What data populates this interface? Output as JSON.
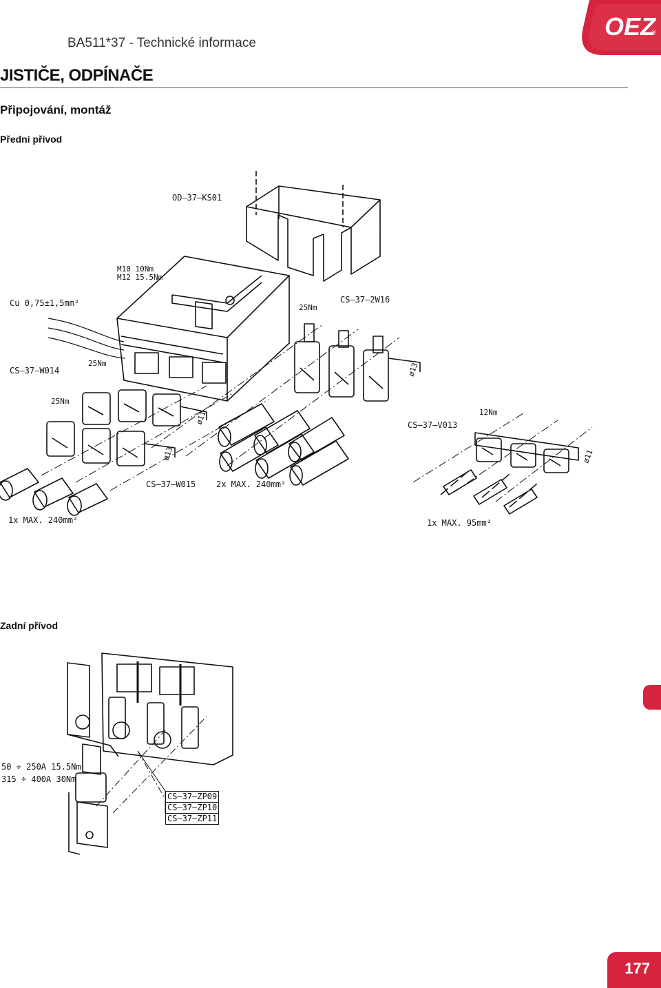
{
  "header": {
    "doc_title": "BA511*37 - Technické informace",
    "logo_text": "OEZ",
    "logo_mark": "®"
  },
  "section": {
    "title": "JISTIČE, ODPÍNAČE",
    "subtitle": "Připojování, montáž"
  },
  "front": {
    "heading": "Přední přívod",
    "labels": {
      "cover": "OD–37–KS01",
      "torque_m10": "M10 10Nm",
      "torque_m12": "M12 15.5Nm",
      "cu": "Cu 0,75±1,5mm²",
      "w014": "CS–37–W014",
      "w014_torque": "25Nm",
      "w015_torque": "25Nm",
      "w015": "CS–37–W015",
      "w016": "CS–37–2W16",
      "w016_torque": "25Nm",
      "v013": "CS–37–V013",
      "v013_torque": "12Nm",
      "dia11a": "ø11",
      "dia13a": "ø13",
      "dia13b": "ø13",
      "dia11b": "ø11",
      "max1": "1x MAX. 240mm²",
      "max2": "2x MAX. 240mm²",
      "max3": "1x MAX. 95mm²"
    }
  },
  "rear": {
    "heading": "Zadní přívod",
    "labels": {
      "torque_1": "50 ÷ 250A 15.5Nm",
      "torque_2": "315 ÷ 400A 30Nm",
      "zp09": "CS–37–ZP09",
      "zp10": "CS–37–ZP10",
      "zp11": "CS–37–ZP11"
    }
  },
  "page": {
    "number": "177"
  },
  "colors": {
    "accent": "#d7243e",
    "ink": "#111111"
  }
}
